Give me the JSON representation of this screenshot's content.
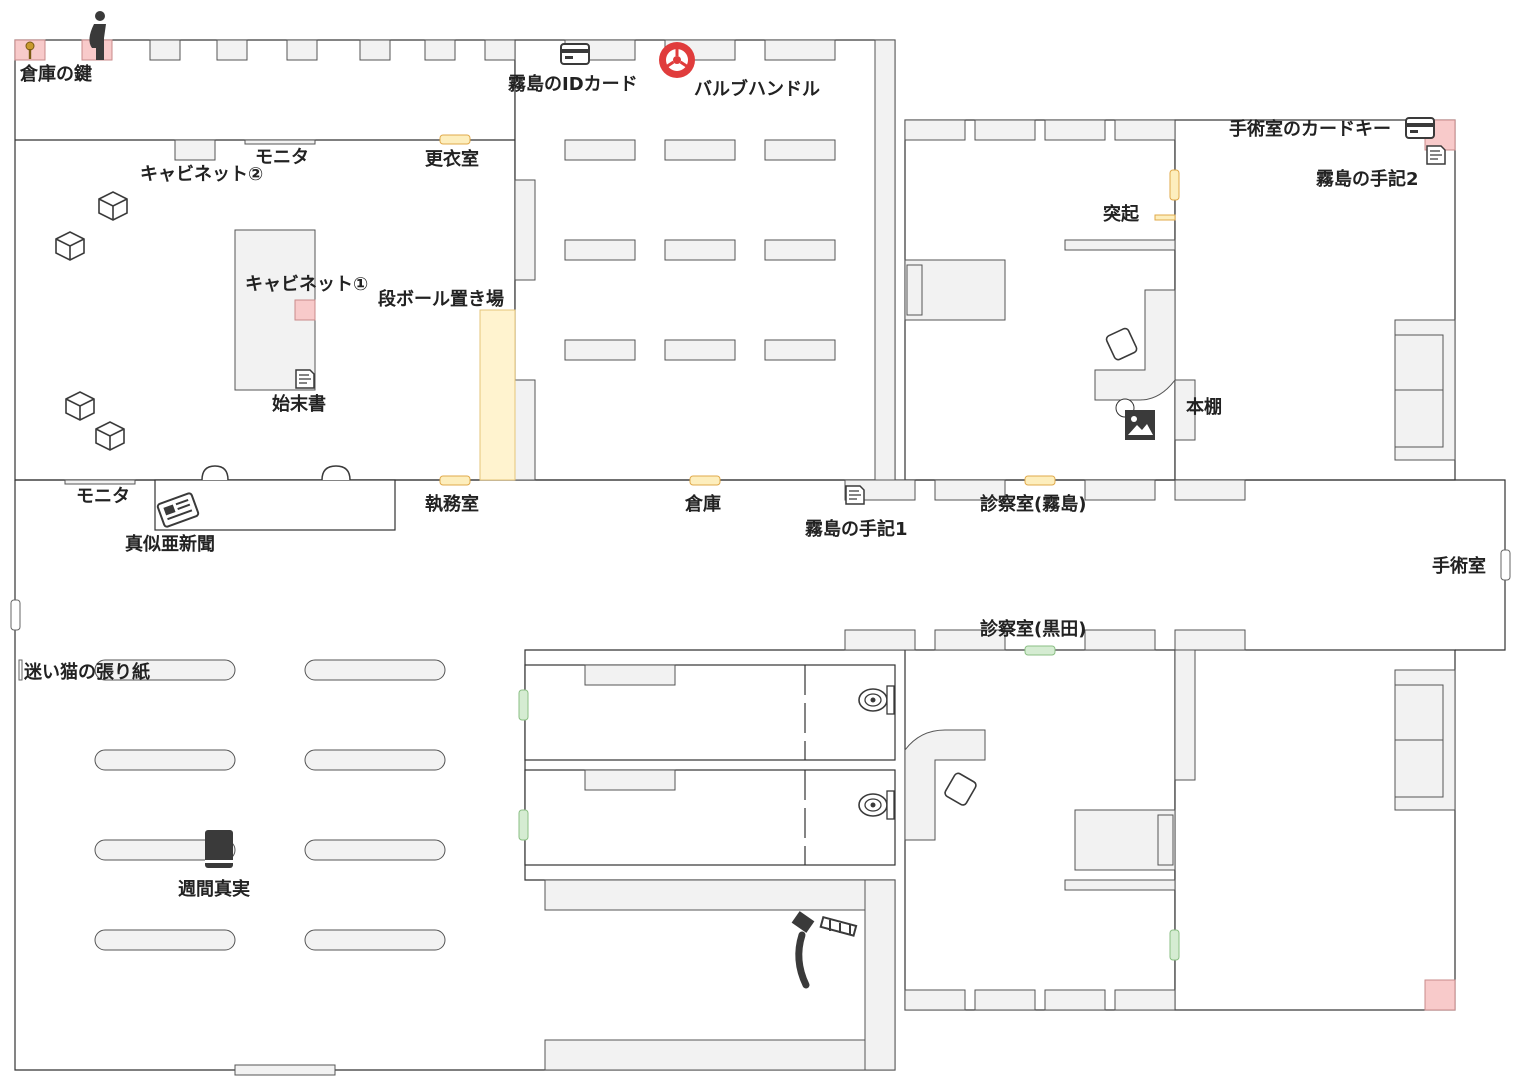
{
  "labels": {
    "warehouse_key": "倉庫の鍵",
    "kirishima_id_card": "霧島のIDカード",
    "valve_handle": "バルブハンドル",
    "surgery_card_key": "手術室のカードキー",
    "kirishima_note_2": "霧島の手記2",
    "monitor_top": "モニタ",
    "cabinet_2": "キャビネット②",
    "locker_room": "更衣室",
    "protrusion": "突起",
    "cabinet_1": "キャビネット①",
    "cardboard_area": "段ボール置き場",
    "apology_letter": "始末書",
    "bookshelf": "本棚",
    "monitor_bottom": "モニタ",
    "office": "執務室",
    "warehouse": "倉庫",
    "exam_room_kirishima": "診察室(霧島)",
    "kirishima_note_1": "霧島の手記1",
    "fake_newspaper": "真似亜新聞",
    "surgery_room": "手術室",
    "exam_room_kuroda": "診察室(黒田)",
    "lost_cat_poster": "迷い猫の張り紙",
    "weekly_truth": "週間真実"
  },
  "colors": {
    "wall": "#333333",
    "furniture": "#f2f2f2",
    "door_locked": "#fdeebd",
    "door_open": "#d5ecd2",
    "marker_red": "#f8caca",
    "valve_red": "#e03c3c",
    "icon_dark": "#3a3a3a"
  },
  "icons": [
    "person-icon",
    "key-icon",
    "id-card-icon",
    "valve-handle-icon",
    "card-key-icon",
    "note-icon",
    "box-icon",
    "newspaper-icon",
    "book-icon",
    "image-icon",
    "chair-icon",
    "toilet-icon",
    "crane-icon"
  ]
}
